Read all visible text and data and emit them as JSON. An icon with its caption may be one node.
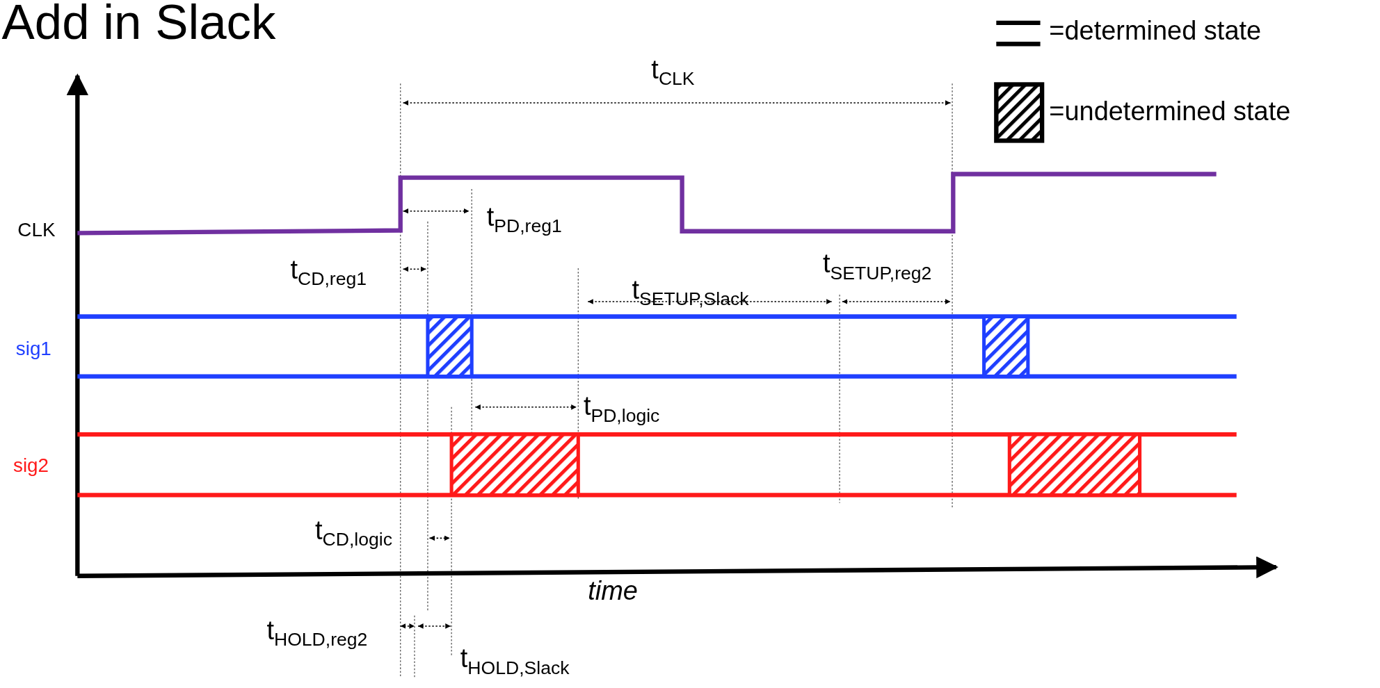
{
  "diagram": {
    "title": "Add in Slack",
    "labels": [
      "t$_{CLK}$",
      "CLK",
      "t$_{PD,reg1}$",
      "t$_{CD,reg1}$",
      "t$_{SETUP,Slack}$",
      "t$_{SETUP,reg2}$",
      "sig1",
      "t$_{PD,logic}$",
      "sig2",
      "t$_{CD,logic}$",
      "time",
      "t$_{HOLD,reg2}$",
      "t$_{HOLD,Slack}$"
    ],
    "legend": [
      {
        "text": "=determined state"
      },
      {
        "text": "=undetermined state"
      }
    ]
  }
}
